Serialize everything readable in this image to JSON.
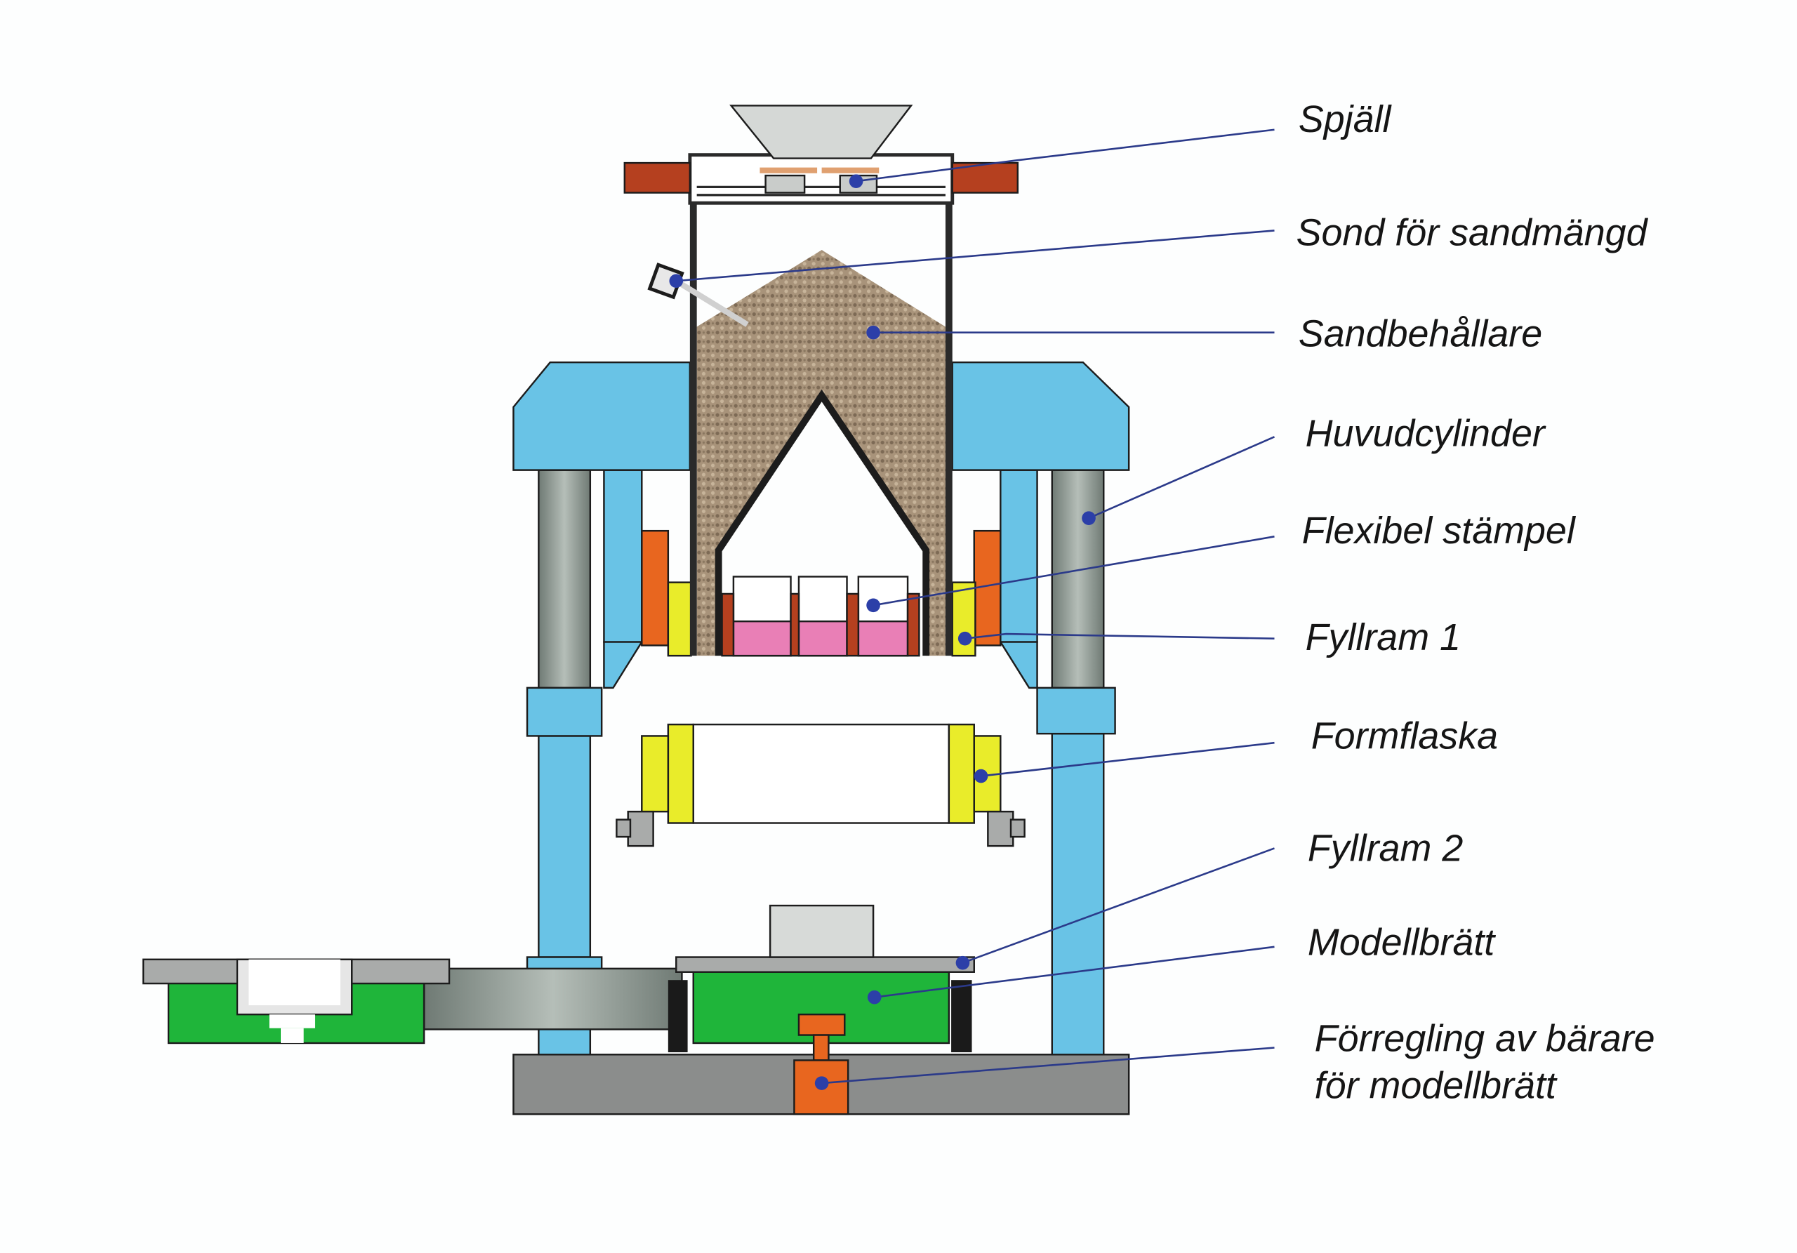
{
  "labels": {
    "spjall": "Spjäll",
    "sond": "Sond för sandmängd",
    "sandbehallare": "Sandbehållare",
    "huvudcylinder": "Huvudcylinder",
    "flexibel_stampel": "Flexibel stämpel",
    "fyllram1": "Fyllram 1",
    "formflaska": "Formflaska",
    "fyllram2": "Fyllram 2",
    "modellbratt": "Modellbrätt",
    "forregling_line1": "Förregling av bärare",
    "forregling_line2": "för modellbrätt"
  },
  "colors": {
    "frame_blue": "#69c3e6",
    "cylinder_gray": "#8f9a93",
    "sand": "#a38f74",
    "orange": "#e8661f",
    "yellow": "#e9ec2a",
    "pink": "#e97fb6",
    "brick_red": "#b5401f",
    "green": "#1fb53a",
    "leader_blue": "#2c3fa8"
  }
}
